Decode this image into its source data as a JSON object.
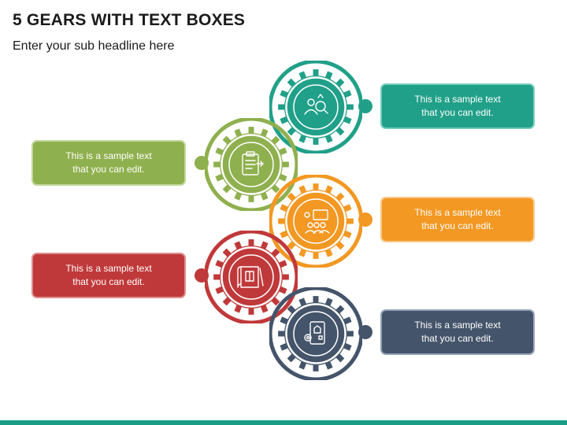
{
  "header": {
    "title": "5 GEARS WITH TEXT BOXES",
    "subtitle": "Enter your sub headline here"
  },
  "items": [
    {
      "color": "#21a089",
      "side": "right",
      "icon": "team-search-icon",
      "text_line1": "This is a sample text",
      "text_line2": "that you can edit."
    },
    {
      "color": "#8fb04e",
      "side": "left",
      "icon": "clipboard-checklist-icon",
      "text_line1": "This is a sample text",
      "text_line2": "that you can edit."
    },
    {
      "color": "#f29823",
      "side": "right",
      "icon": "team-presentation-icon",
      "text_line1": "This is a sample text",
      "text_line2": "that you can edit."
    },
    {
      "color": "#c0393a",
      "side": "left",
      "icon": "blueprint-icon",
      "text_line1": "This is a sample text",
      "text_line2": "that you can edit."
    },
    {
      "color": "#44546a",
      "side": "right",
      "icon": "tablet-settings-icon",
      "text_line1": "This is a sample text",
      "text_line2": "that you can edit."
    }
  ]
}
